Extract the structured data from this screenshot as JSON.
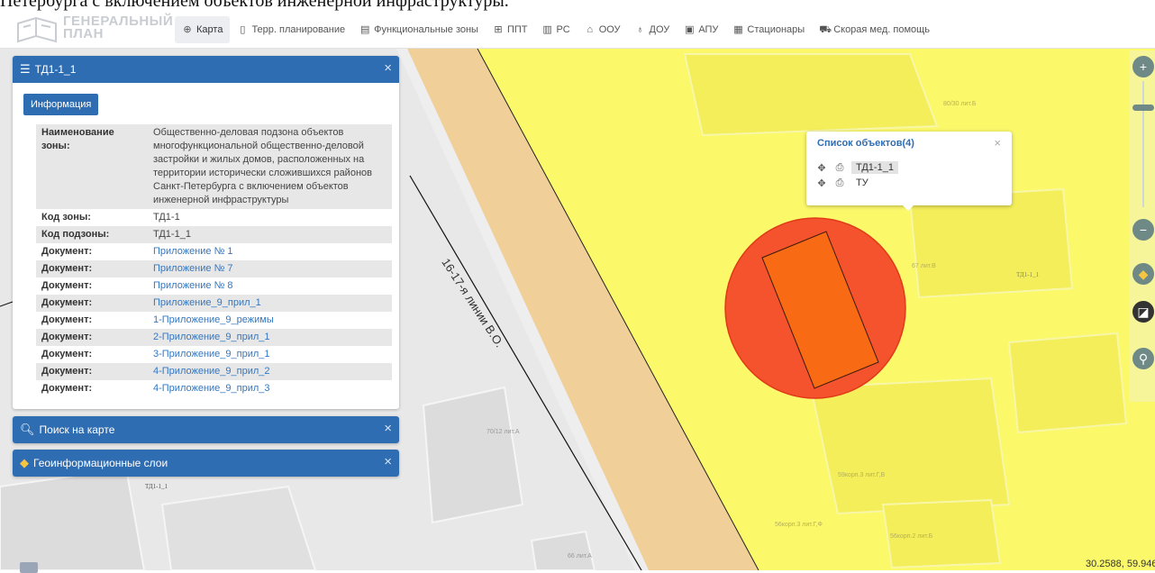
{
  "caption": "Петербурга с включением объектов инженерной инфраструктуры.",
  "logo": {
    "line1": "ГЕНЕРАЛЬНЫЙ",
    "line2": "ПЛАН"
  },
  "nav": [
    {
      "icon": "globe-icon",
      "label": "Карта",
      "active": true
    },
    {
      "icon": "document-icon",
      "label": "Терр. планирование"
    },
    {
      "icon": "list-icon",
      "label": "Функциональные зоны"
    },
    {
      "icon": "grid-icon",
      "label": "ППТ"
    },
    {
      "icon": "doc-lines-icon",
      "label": "РС"
    },
    {
      "icon": "building-icon",
      "label": "ООУ"
    },
    {
      "icon": "kid-icon",
      "label": "ДОУ"
    },
    {
      "icon": "box-icon",
      "label": "АПУ"
    },
    {
      "icon": "hospital-icon",
      "label": "Стационары"
    },
    {
      "icon": "ambulance-icon",
      "label": "Скорая мед. помощь"
    }
  ],
  "info_panel": {
    "title": "ТД1-1_1",
    "tab": "Информация",
    "rows": [
      {
        "key": "Наименование зоны:",
        "value": "Общественно-деловая подзона объектов многофункциональной общественно-деловой застройки и жилых домов, расположенных на территории исторически сложившихся районов Санкт-Петербурга с включением объектов инженерной инфраструктуры",
        "link": false
      },
      {
        "key": "Код зоны:",
        "value": "ТД1-1",
        "link": false
      },
      {
        "key": "Код подзоны:",
        "value": "ТД1-1_1",
        "link": false
      },
      {
        "key": "Документ:",
        "value": "Приложение № 1",
        "link": true
      },
      {
        "key": "Документ:",
        "value": "Приложение № 7",
        "link": true
      },
      {
        "key": "Документ:",
        "value": "Приложение № 8",
        "link": true
      },
      {
        "key": "Документ:",
        "value": "Приложение_9_прил_1",
        "link": true
      },
      {
        "key": "Документ:",
        "value": "1-Приложение_9_режимы",
        "link": true
      },
      {
        "key": "Документ:",
        "value": "2-Приложение_9_прил_1",
        "link": true
      },
      {
        "key": "Документ:",
        "value": "3-Приложение_9_прил_1",
        "link": true
      },
      {
        "key": "Документ:",
        "value": "4-Приложение_9_прил_2",
        "link": true
      },
      {
        "key": "Документ:",
        "value": "4-Приложение_9_прил_3",
        "link": true
      }
    ]
  },
  "search_panel": {
    "title": "Поиск на карте"
  },
  "layers_panel": {
    "title": "Геоинформационные слои"
  },
  "popup": {
    "title": "Список объектов(4)",
    "items": [
      "ТД1-1_1",
      "ТУ"
    ]
  },
  "map_labels": {
    "street": "16-17-я линии В.О.",
    "zone_left": "ТД1-1_1",
    "zone_right": "ТД1-1_1",
    "b1": "70/12 лит.А",
    "b2": "66 лит.А",
    "b3": "80/30 лит.Б",
    "b4": "67 лит.В",
    "b5": "59корп.3 лит.Г,В",
    "b6": "56корп.3 лит.Г,Ф",
    "b7": "56корп.2 лит.Б"
  },
  "coords": "30.2588, 59.946",
  "colors": {
    "accent": "#2f6db3",
    "yellow_zone": "#fbf86a",
    "road": "#f0cf98",
    "highlight": "#f4532d"
  }
}
